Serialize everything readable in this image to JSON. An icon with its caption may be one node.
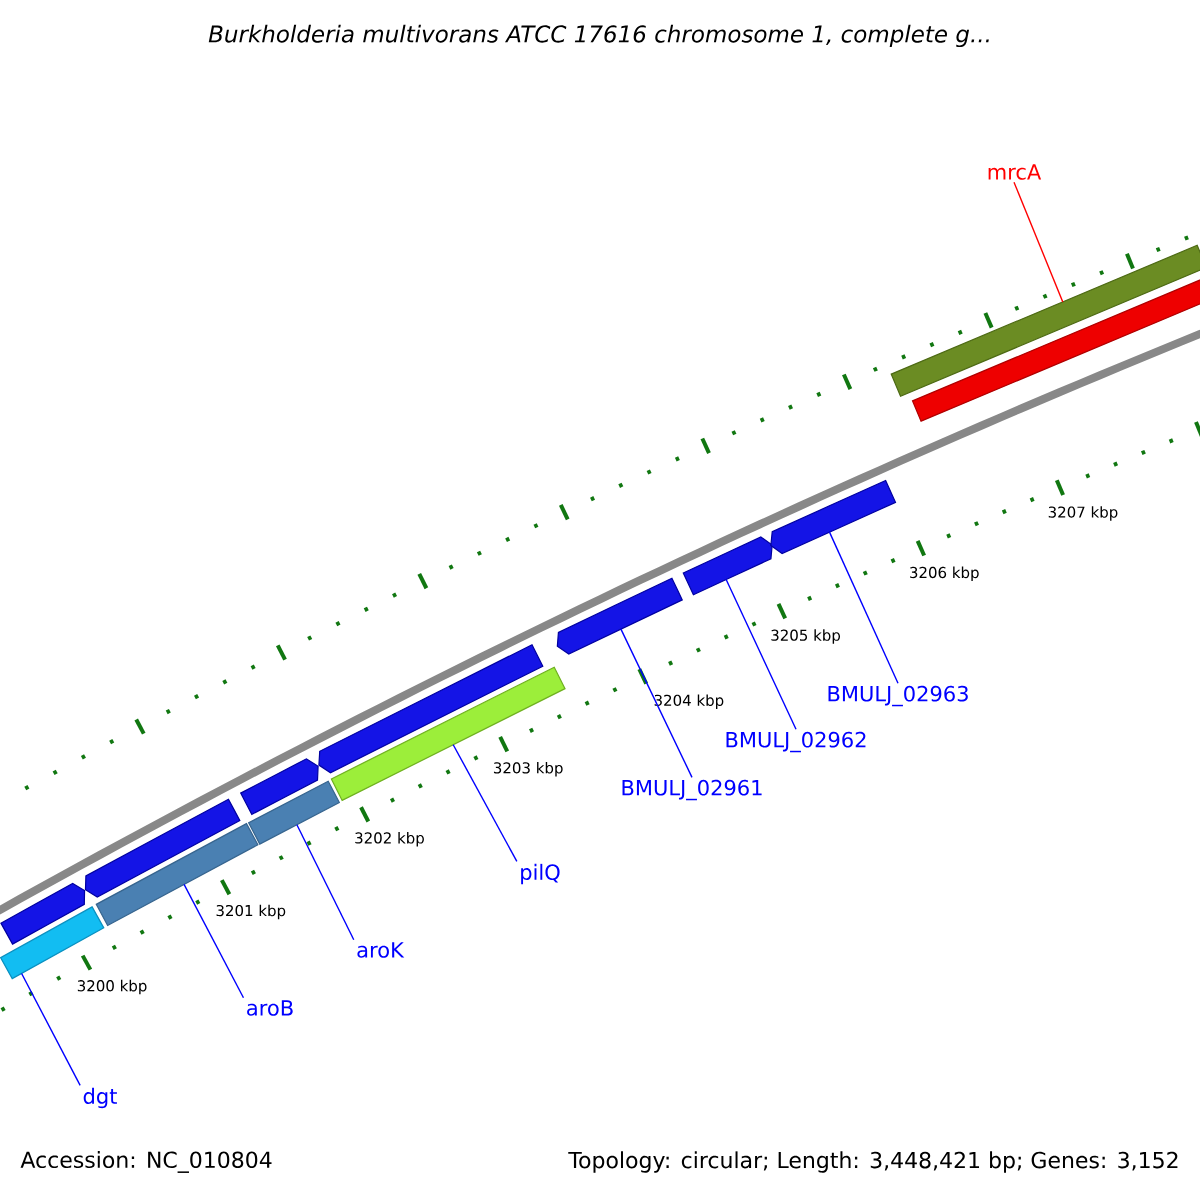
{
  "diagram": {
    "title": "Burkholderia multivorans ATCC 17616 chromosome 1, complete g...",
    "nodes": [
      {
        "text": [
          "mrcA"
        ]
      },
      {
        "text": [
          "BMULJ_02963"
        ]
      },
      {
        "text": [
          "BMULJ_02962"
        ]
      },
      {
        "text": [
          "BMULJ_02961"
        ]
      },
      {
        "text": [
          "pilQ"
        ]
      },
      {
        "text": [
          "aroK"
        ]
      },
      {
        "text": [
          "aroB"
        ]
      },
      {
        "text": [
          "dgt"
        ]
      },
      {
        "text": [],
        "shape": "bar"
      },
      {
        "text": [],
        "shape": "bar"
      },
      {
        "text": [],
        "shape": "bar"
      },
      {
        "text": [],
        "shape": "bar"
      },
      {
        "text": [],
        "shape": "bar"
      },
      {
        "text": [],
        "shape": "bar"
      },
      {
        "text": [],
        "shape": "bar"
      },
      {
        "text": [],
        "shape": "bar"
      },
      {
        "text": [],
        "shape": "bar"
      },
      {
        "text": [],
        "shape": "bar"
      },
      {
        "text": [],
        "shape": "bar"
      },
      {
        "text": [],
        "shape": "bar"
      },
      {
        "text": [],
        "shape": "bar"
      }
    ],
    "edges": [
      {
        "from": 0,
        "to": 8,
        "arrow": "none",
        "color": "#ff0000"
      },
      {
        "from": 1,
        "to": 16,
        "arrow": "none"
      },
      {
        "from": 2,
        "to": 15,
        "arrow": "none"
      },
      {
        "from": 3,
        "to": 14,
        "arrow": "none"
      },
      {
        "from": 4,
        "to": 20,
        "arrow": "none"
      },
      {
        "from": 5,
        "to": 19,
        "arrow": "none"
      },
      {
        "from": 6,
        "to": 18,
        "arrow": "none"
      },
      {
        "from": 7,
        "to": 17,
        "arrow": "none"
      }
    ],
    "labels": [
      "3200 kbp",
      "3201 kbp",
      "3202 kbp",
      "3203 kbp",
      "3204 kbp",
      "3205 kbp",
      "3206 kbp",
      "3207 kbp",
      "Accession: NC_010804",
      "Topology: circular; Length: 3,448,421 bp; Genes: 3,152"
    ]
  }
}
